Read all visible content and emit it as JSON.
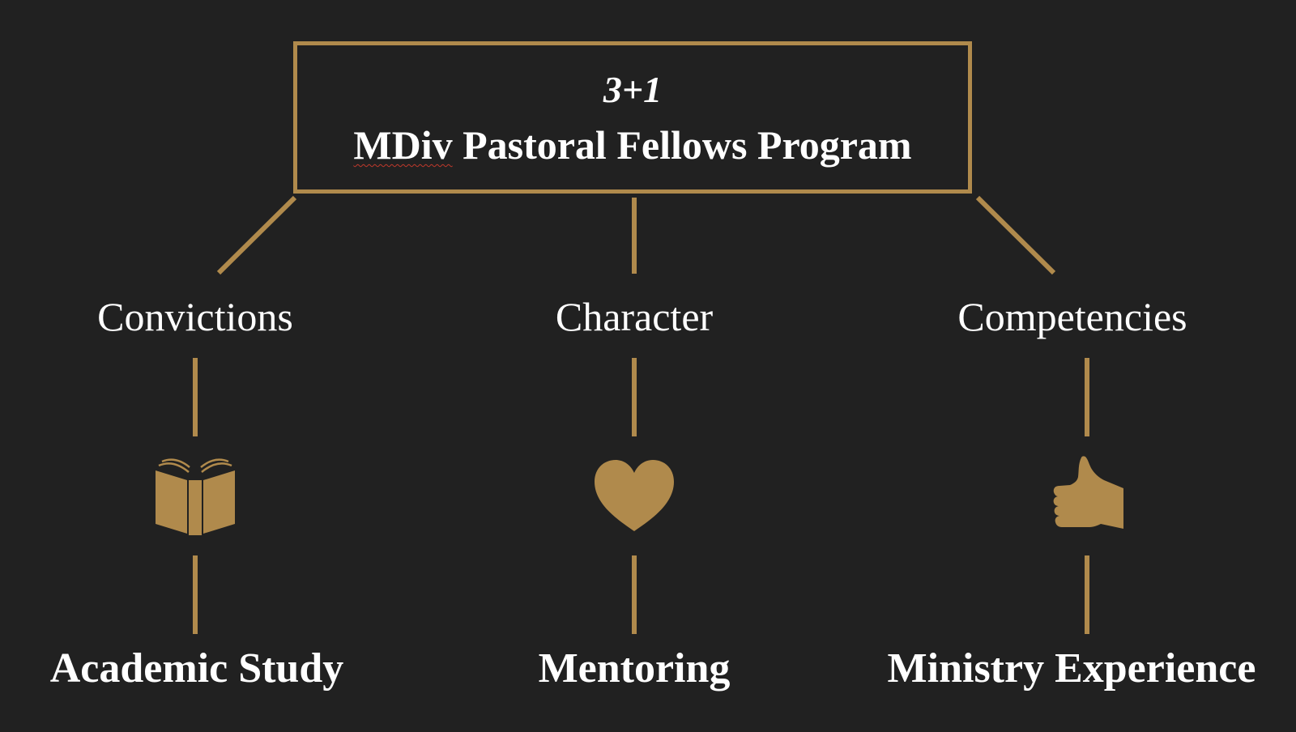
{
  "header": {
    "superscript": "3+1",
    "title_prefix": "MDiv",
    "title_rest": " Pastoral Fellows Program"
  },
  "pillars": [
    {
      "label": "Convictions",
      "icon": "open-book-icon",
      "method": "Academic Study"
    },
    {
      "label": "Character",
      "icon": "heart-icon",
      "method": "Mentoring"
    },
    {
      "label": "Competencies",
      "icon": "thumbs-up-icon",
      "method": "Ministry Experience"
    }
  ],
  "colors": {
    "background": "#212121",
    "accent": "#b08a4c",
    "text": "#ffffff",
    "spellcheck": "#c0392b"
  }
}
